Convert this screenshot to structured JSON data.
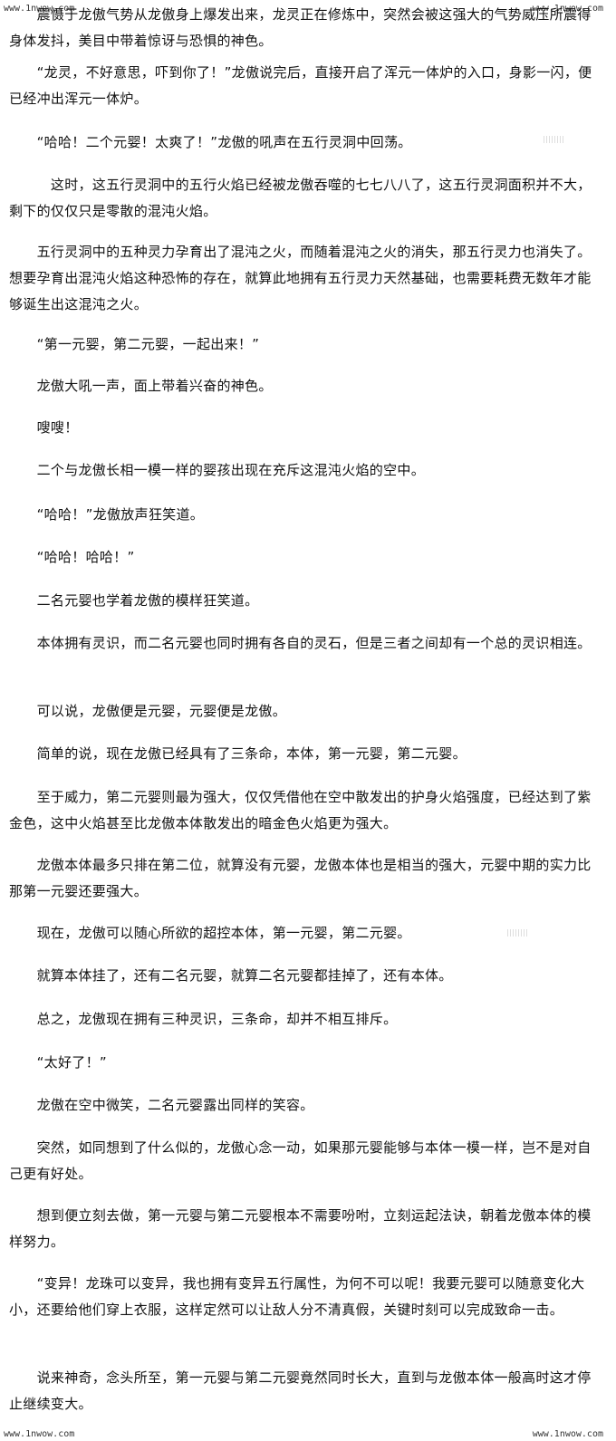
{
  "watermarks": {
    "top_left": "www.1nwow.com",
    "top_right": "www.1nwow.com",
    "bottom_left": "www.1nwow.com",
    "bottom_right": "www.1nwow.com"
  },
  "paragraphs": [
    "　　震慑于龙傲气势从龙傲身上爆发出来，龙灵正在修炼中，突然会被这强大的气势威压所震得身体发抖，美目中带着惊讶与恐惧的神色。",
    "　　“龙灵，不好意思，吓到你了！”龙傲说完后，直接开启了浑元一体炉的入口，身影一闪，便已经冲出浑元一体炉。",
    "　　“哈哈！二个元婴！太爽了！”龙傲的吼声在五行灵洞中回荡。",
    "　　　这时，这五行灵洞中的五行火焰已经被龙傲吞噬的七七八八了，这五行灵洞面积并不大，剩下的仅仅只是零散的混沌火焰。",
    "　　五行灵洞中的五种灵力孕育出了混沌之火，而随着混沌之火的消失，那五行灵力也消失了。想要孕育出混沌火焰这种恐怖的存在，就算此地拥有五行灵力天然基础，也需要耗费无数年才能够诞生出这混沌之火。",
    "　　“第一元婴，第二元婴，一起出来！”",
    "　　龙傲大吼一声，面上带着兴奋的神色。",
    "　　嗖嗖！",
    "　　二个与龙傲长相一模一样的婴孩出现在充斥这混沌火焰的空中。",
    "　　“哈哈！”龙傲放声狂笑道。",
    "　　“哈哈！哈哈！”",
    "　　二名元婴也学着龙傲的模样狂笑道。",
    "　　本体拥有灵识，而二名元婴也同时拥有各自的灵石，但是三者之间却有一个总的灵识相连。",
    "　　可以说，龙傲便是元婴，元婴便是龙傲。",
    "　　简单的说，现在龙傲已经具有了三条命，本体，第一元婴，第二元婴。",
    "　　至于威力，第二元婴则最为强大，仅仅凭借他在空中散发出的护身火焰强度，已经达到了紫金色，这中火焰甚至比龙傲本体散发出的暗金色火焰更为强大。",
    "　　龙傲本体最多只排在第二位，就算没有元婴，龙傲本体也是相当的强大，元婴中期的实力比那第一元婴还要强大。",
    "　　现在，龙傲可以随心所欲的超控本体，第一元婴，第二元婴。",
    "　　就算本体挂了，还有二名元婴，就算二名元婴都挂掉了，还有本体。",
    "　　总之，龙傲现在拥有三种灵识，三条命，却并不相互排斥。",
    "　　“太好了！”",
    "　　龙傲在空中微笑，二名元婴露出同样的笑容。",
    "　　突然，如同想到了什么似的，龙傲心念一动，如果那元婴能够与本体一模一样，岂不是对自己更有好处。",
    "　　想到便立刻去做，第一元婴与第二元婴根本不需要吩咐，立刻运起法诀，朝着龙傲本体的模样努力。",
    "　　“变异！龙珠可以变异，我也拥有变异五行属性，为何不可以呢！我要元婴可以随意变化大小，还要给他们穿上衣服，这样定然可以让敌人分不清真假，关键时刻可以完成致命一击。",
    "　　说来神奇，念头所至，第一元婴与第二元婴竟然同时长大，直到与龙傲本体一般高时这才停止继续变大。"
  ]
}
